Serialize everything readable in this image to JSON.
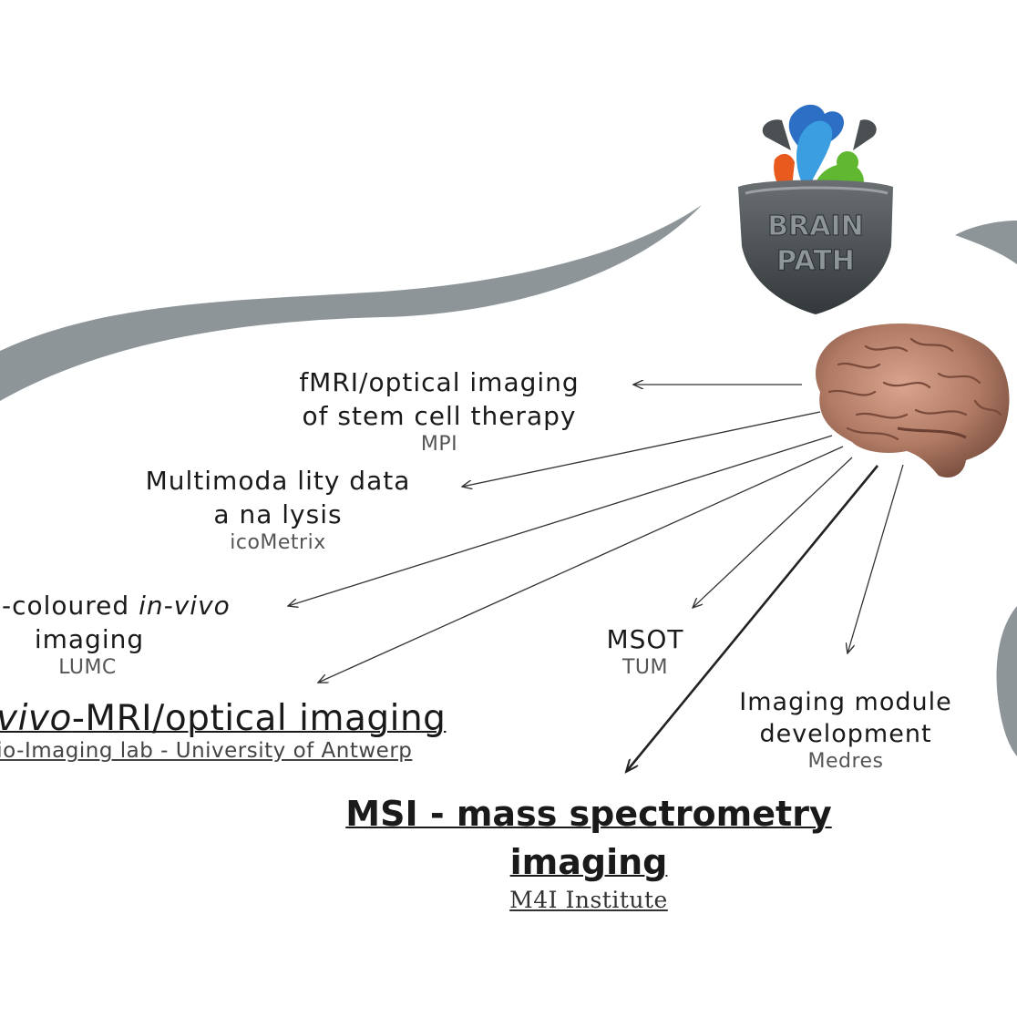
{
  "logo": {
    "line1": "BRAIN",
    "line2": "PATH"
  },
  "nodes": {
    "fmri": {
      "line1": "fMRI/optical imaging",
      "line2": "of stem cell therapy",
      "institute": "MPI"
    },
    "multimodality": {
      "line1": "Multimoda lity data",
      "line2": "a na lysis",
      "institute": "icoMetrix"
    },
    "multicoloured": {
      "line1_prefix": "-coloured ",
      "line1_italic": "in-vivo",
      "line2": "imaging",
      "institute": "LUMC"
    },
    "invivo_mri": {
      "italic": "vivo",
      "rest": "-MRI/optical imaging",
      "institute": "Bio-Imaging lab - University of Antwerp"
    },
    "msot": {
      "line1": "MSOT",
      "institute": "TUM"
    },
    "imaging_module": {
      "line1": "Imaging module",
      "line2": "development",
      "institute": "Medres"
    },
    "msi": {
      "line1": "MSI - mass spectrometry",
      "line2": "imaging",
      "institute": "M4I Institute"
    }
  },
  "colors": {
    "swoosh": "#8e9599",
    "arrow": "#333333",
    "brain": "#b07a64"
  }
}
